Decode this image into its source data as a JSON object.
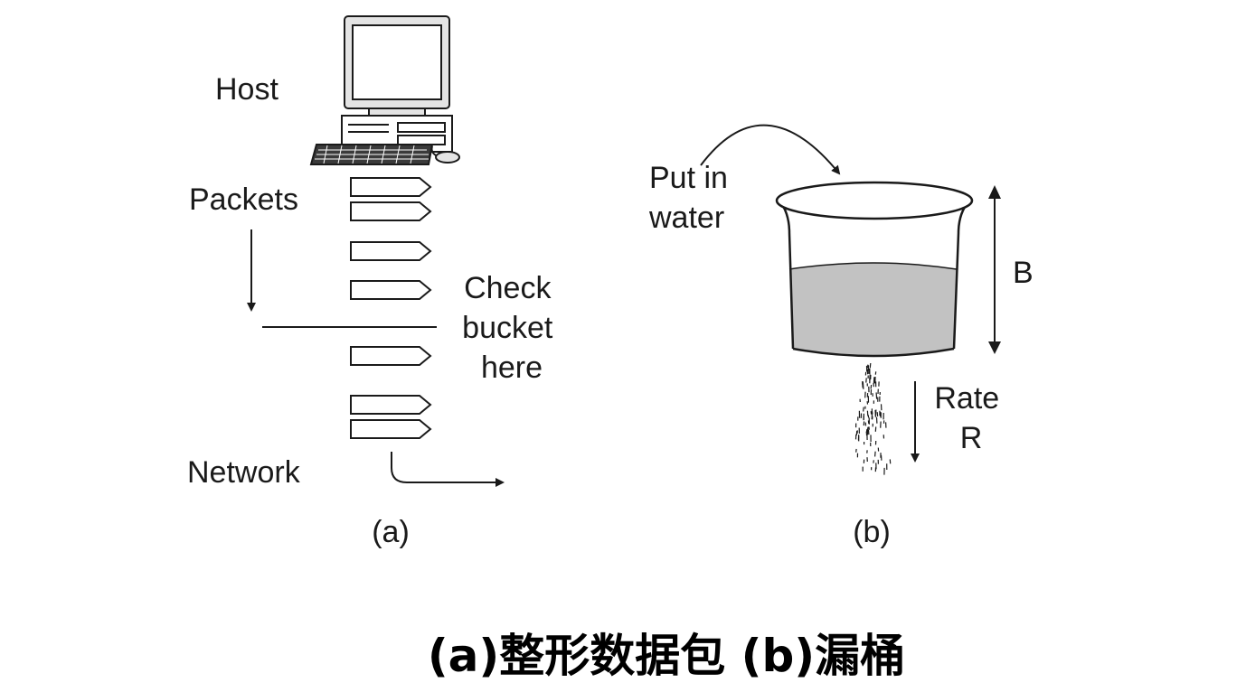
{
  "panel_a": {
    "host_label": "Host",
    "packets_label": "Packets",
    "check_label_lines": [
      "Check",
      "bucket",
      "here"
    ],
    "network_label": "Network",
    "caption": "(a)"
  },
  "panel_b": {
    "put_in_lines": [
      "Put in",
      "water"
    ],
    "b_label": "B",
    "rate_lines": [
      "Rate",
      "R"
    ],
    "caption": "(b)"
  },
  "figure_title": "(a)整形数据包 (b)漏桶",
  "colors": {
    "ink": "#1a1a1a",
    "water": "#c2c2c2"
  }
}
